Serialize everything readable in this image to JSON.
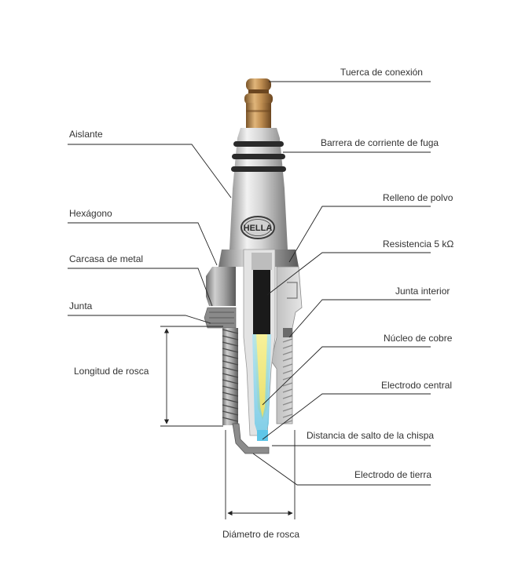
{
  "diagram": {
    "brand_logo": "HELLA",
    "labels": {
      "tuerca": "Tuerca de conexión",
      "aislante": "Aislante",
      "barrera": "Barrera de corriente de fuga",
      "relleno": "Relleno de polvo",
      "hexagono": "Hexágono",
      "resistencia": "Resistencia 5 kΩ",
      "carcasa": "Carcasa de metal",
      "junta_interior": "Junta interior",
      "junta": "Junta",
      "nucleo": "Núcleo de cobre",
      "longitud": "Longitud de rosca",
      "electrodo_central": "Electrodo central",
      "distancia": "Distancia de salto de la chispa",
      "electrodo_tierra": "Electrodo de tierra",
      "diametro": "Diámetro de rosca"
    },
    "colors": {
      "terminal_nut": "#b8874a",
      "insulator": "#cfcfcf",
      "leakage_rings": "#2a2a2a",
      "metal_shell": "#9a9a9a",
      "resistor": "#1a1a1a",
      "copper_core": "#f3ec8a",
      "center_electrode": "#7fd3ee",
      "leader_lines": "#222222",
      "text": "#333333"
    }
  }
}
